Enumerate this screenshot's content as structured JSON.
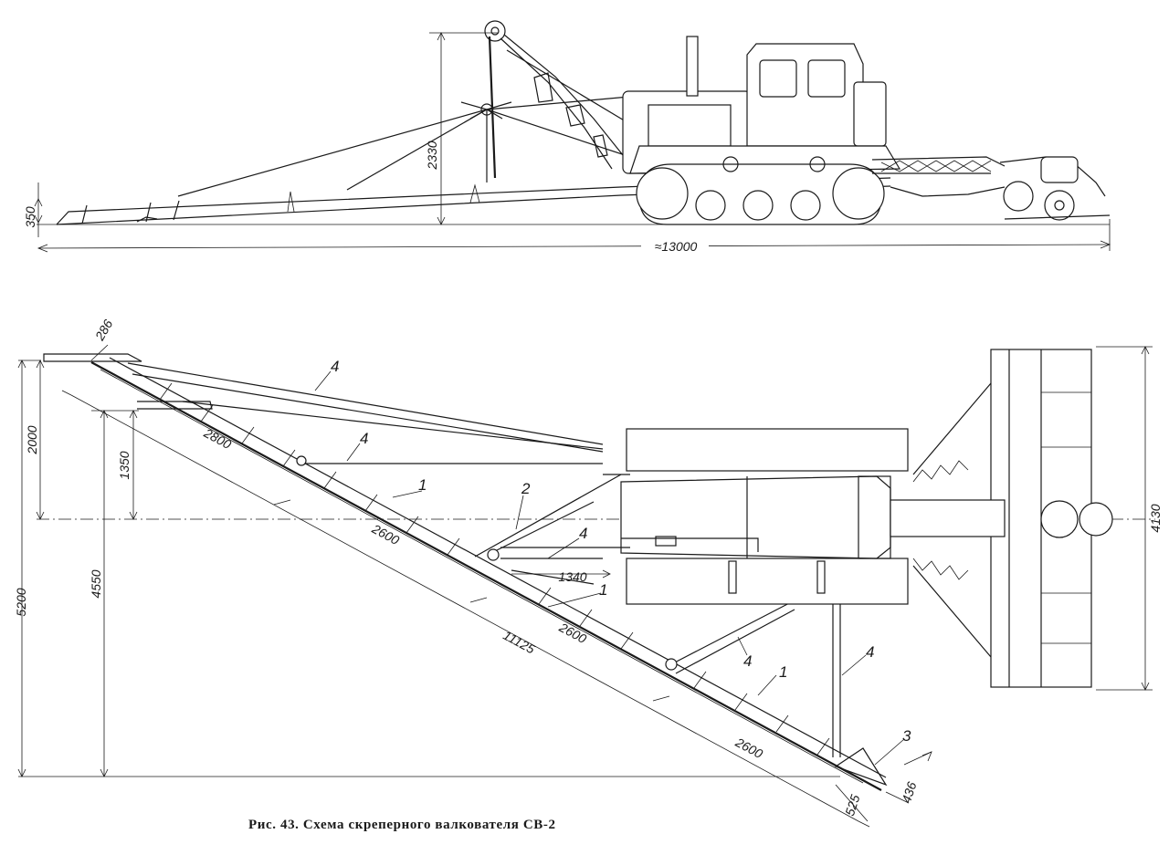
{
  "caption": "Рис. 43. Схема скреперного валкователя СВ-2",
  "side_view": {
    "dimensions": {
      "blade_height": "350",
      "boom_height": "2330",
      "overall_length": "≈13000"
    }
  },
  "plan_view": {
    "dimensions": {
      "offset_top": "286",
      "width_2000": "2000",
      "width_1350": "1350",
      "total_5200": "5200",
      "total_4550": "4550",
      "seg_2800": "2800",
      "seg_2600_a": "2600",
      "seg_2600_b": "2600",
      "seg_2600_c": "2600",
      "blade_11125": "11125",
      "strut_1340": "1340",
      "end_525": "525",
      "end_436": "436",
      "dozer_4130": "4130"
    },
    "callouts": {
      "c1_a": "1",
      "c1_b": "1",
      "c1_c": "1",
      "c2": "2",
      "c3": "3",
      "c4_a": "4",
      "c4_b": "4",
      "c4_c": "4",
      "c4_d": "4",
      "c4_e": "4"
    }
  }
}
